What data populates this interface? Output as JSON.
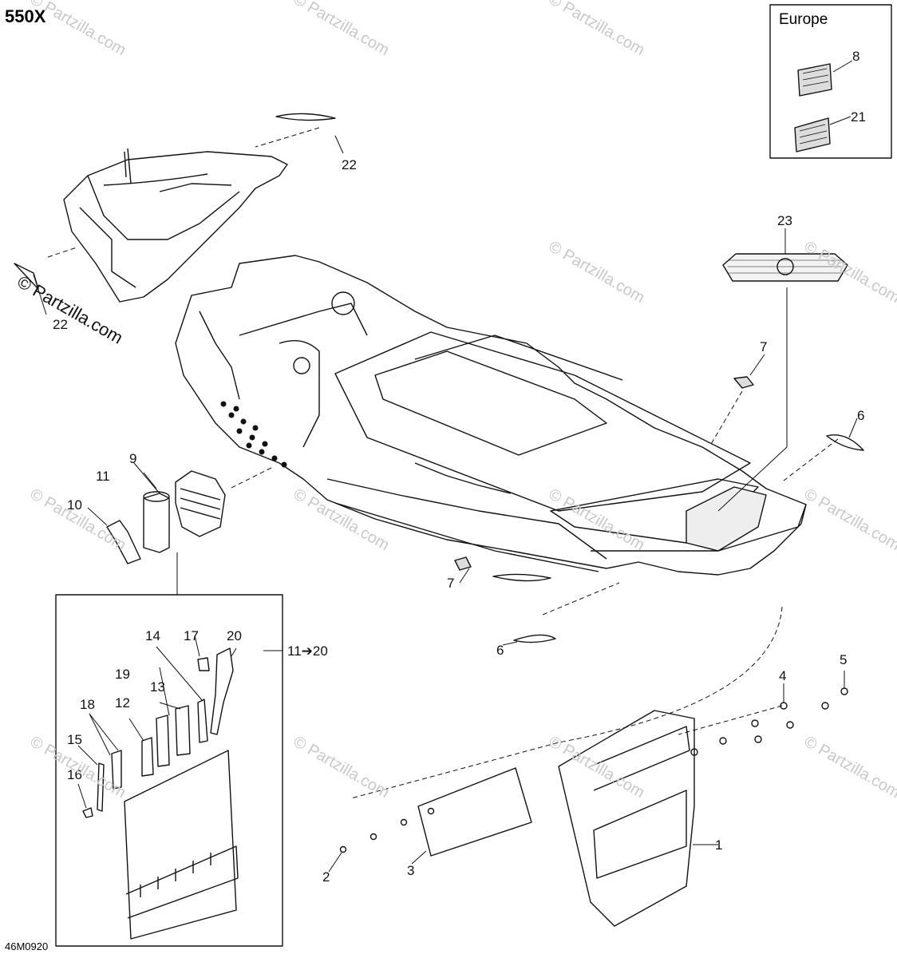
{
  "diagram": {
    "title": "550X",
    "drawing_code": "46M0920",
    "inset_label": "Europe",
    "watermark": "© Partzilla.com",
    "group_label": "11➔20",
    "callouts": [
      "1",
      "2",
      "3",
      "4",
      "5",
      "6",
      "6",
      "7",
      "7",
      "8",
      "9",
      "10",
      "11",
      "12",
      "13",
      "14",
      "15",
      "16",
      "17",
      "18",
      "19",
      "20",
      "21",
      "22",
      "22",
      "23"
    ]
  },
  "colors": {
    "line": "#111111",
    "watermark": "#c9c9c9"
  }
}
